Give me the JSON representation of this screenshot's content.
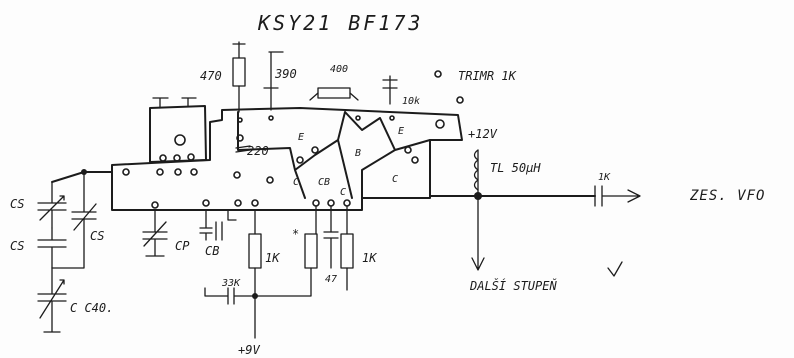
{
  "title": "KSY21 BF173",
  "labels": {
    "r470": "470",
    "r390": "390",
    "r400": "400",
    "r10k": "10k",
    "trimr": "TRIMR 1K",
    "c220": "220",
    "pin_e1": "E",
    "pin_e2": "E",
    "pin_b1": "B",
    "pin_c1": "C",
    "pin_c2": "C",
    "pin_c3": "C",
    "pin_cb": "CB",
    "p12v": "+12V",
    "tl": "TL 50μH",
    "c1k_out": "1K",
    "zes_vfo": "ZES. VFO",
    "dalsi": "DALŠÍ STUPEŇ",
    "csa": "CS",
    "csb": "CS",
    "c_tr": "CS",
    "cp": "CP",
    "cb": "CB",
    "r1k_a": "1K",
    "r_star": "*",
    "c47": "47",
    "r1k_b": "1K",
    "c33k": "33K",
    "p9v": "+9V",
    "cc40": "C C40."
  }
}
